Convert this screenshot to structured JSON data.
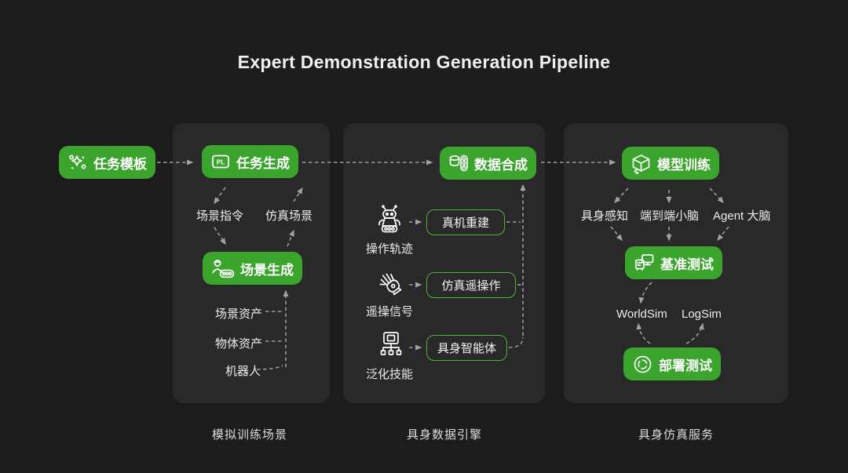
{
  "title": "Expert Demonstration Generation Pipeline",
  "colors": {
    "green": "#3aa42c",
    "outline_green": "#4db33a",
    "panel": "#292929",
    "background": "#1c1c1c",
    "wire": "#9b9b9b"
  },
  "source_node": {
    "label": "任务模板",
    "icon": "sparkle-tasks-icon"
  },
  "panel1": {
    "caption": "模拟训练场景",
    "task_gen": "任务生成",
    "scene_cmd": "场景指令",
    "sim_scene": "仿真场景",
    "scene_gen": "场景生成",
    "assets": [
      "场景资产",
      "物体资产",
      "机器人"
    ]
  },
  "panel2": {
    "caption": "具身数据引擎",
    "data_syn": "数据合成",
    "rows": [
      {
        "icon": "robot-icon",
        "label": "操作轨迹",
        "pill": "真机重建"
      },
      {
        "icon": "glove-icon",
        "label": "遥操信号",
        "pill": "仿真遥操作"
      },
      {
        "icon": "chip-tree-icon",
        "label": "泛化技能",
        "pill": "具身智能体"
      }
    ]
  },
  "panel3": {
    "caption": "具身仿真服务",
    "model_train": "模型训练",
    "tracks": [
      "具身感知",
      "端到端小脑",
      "Agent 大脑"
    ],
    "benchmark": "基准测试",
    "sims": [
      "WorldSim",
      "LogSim"
    ],
    "deploy": "部署测试"
  }
}
